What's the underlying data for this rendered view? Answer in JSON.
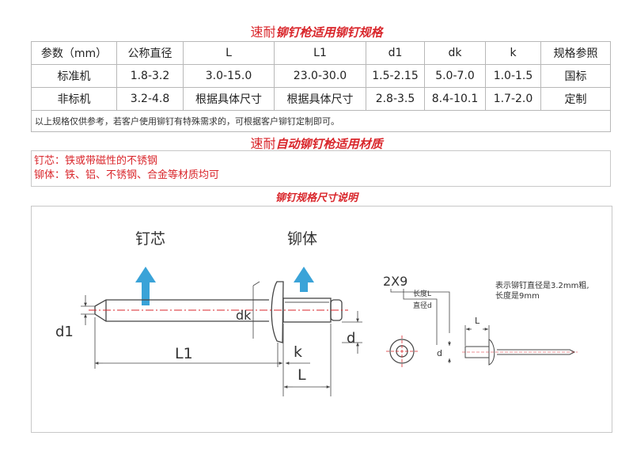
{
  "titles": {
    "brand": "速耐",
    "spec_title": "铆钉枪适用铆钉规格",
    "material_title": "自动铆钉枪适用材质",
    "diagram_title": "铆钉规格尺寸说明"
  },
  "spec_table": {
    "headers": [
      "参数（mm）",
      "公称直径",
      "L",
      "L1",
      "d1",
      "dk",
      "k",
      "规格参照"
    ],
    "rows": [
      [
        "标准机",
        "1.8-3.2",
        "3.0-15.0",
        "23.0-30.0",
        "1.5-2.15",
        "5.0-7.0",
        "1.0-1.5",
        "国标"
      ],
      [
        "非标机",
        "3.2-4.8",
        "根据具体尺寸",
        "根据具体尺寸",
        "2.8-3.5",
        "8.4-10.1",
        "1.7-2.0",
        "定制"
      ]
    ],
    "note": "以上规格仅供参考，若客户使用铆钉有特殊需求的，可根据客户铆钉定制即可。"
  },
  "materials": [
    "钉芯：铁或带磁性的不锈钢",
    "铆体：铁、铝、不锈钢、合金等材质均可"
  ],
  "diagram": {
    "label_core": "钉芯",
    "label_body": "铆体",
    "label_d1": "d1",
    "label_dk": "dk",
    "label_L1": "L1",
    "label_k": "k",
    "label_L": "L",
    "label_d": "d",
    "spec_code": "2X9",
    "length_label": "长度L",
    "diameter_label": "直径d",
    "explain_line1": "表示铆钉直径是3.2mm粗,",
    "explain_line2": "长度是9mm",
    "small_L": "L",
    "small_d": "d"
  },
  "colors": {
    "title_red": "#d9262b",
    "arrow_blue": "#3aa3d8",
    "center_line_red": "#d9262b"
  }
}
